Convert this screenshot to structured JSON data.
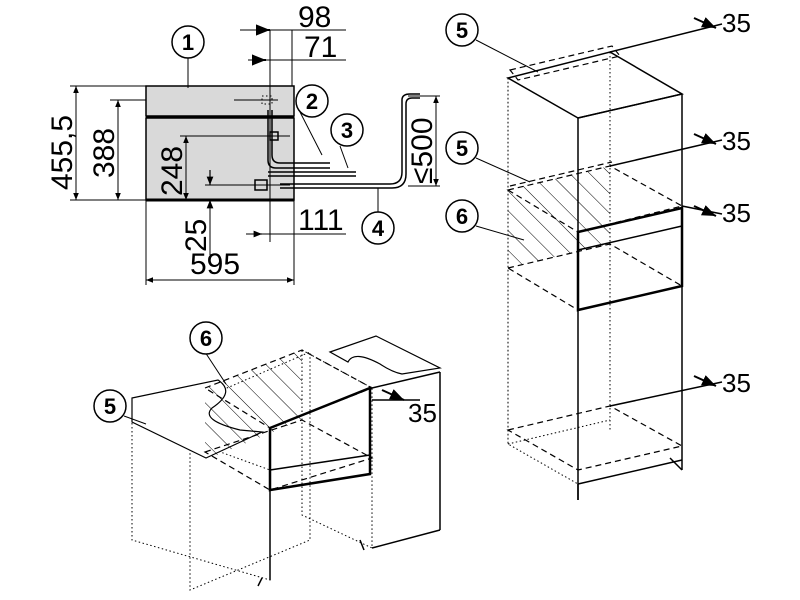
{
  "front_view": {
    "dimensions": {
      "d98": "98",
      "d71": "71",
      "d455": "455,5",
      "d388": "388",
      "d248": "248",
      "d25": "25",
      "d111": "111",
      "d595": "595",
      "d500": "≤500"
    },
    "callouts": [
      "1",
      "2",
      "3",
      "4"
    ]
  },
  "tall_cabinet": {
    "callouts": [
      "5",
      "5",
      "6"
    ],
    "dimensions": [
      "35",
      "35",
      "35",
      "35"
    ]
  },
  "base_unit": {
    "callouts": [
      "6",
      "5"
    ],
    "dimensions": [
      "35"
    ]
  },
  "colors": {
    "appliance_fill": "#d9d9d9",
    "line": "#000000"
  }
}
